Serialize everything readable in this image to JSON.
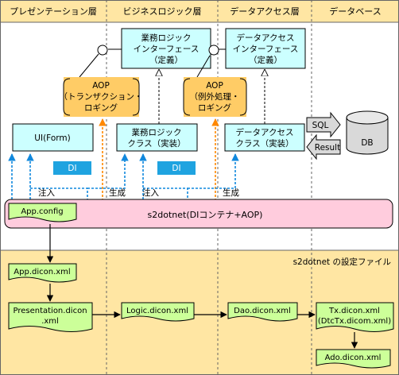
{
  "layers": {
    "presentation": "プレゼンテーション層",
    "business": "ビジネスロジック層",
    "data_access": "データアクセス層",
    "database": "データベース"
  },
  "interfaces": {
    "business": [
      "業務ロジック",
      "インターフェース",
      "（定義）"
    ],
    "data_access": [
      "データアクセス",
      "インターフェース",
      "（定義）"
    ]
  },
  "aop": {
    "presentation": [
      "AOP",
      "（トランザクション・",
      "ロギング"
    ],
    "data": [
      "AOP",
      "（例外処理・",
      "ロギング"
    ]
  },
  "classes": {
    "ui": "UI(Form)",
    "business": [
      "業務ロジック",
      "クラス（実装）"
    ],
    "data_access": [
      "データアクセス",
      "クラス（実装）"
    ]
  },
  "di_label": "DI",
  "sql_label": "SQL",
  "result_label": "Result",
  "db_label": "DB",
  "inject_label": "注入",
  "generate_label": "生成",
  "container": {
    "config": "App.config",
    "name": "s2dotnet(DIコンテナ+AOP)"
  },
  "settings_title": "s2dotnet の設定ファイル",
  "config_files": {
    "app": "App.dicon.xml",
    "presentation": [
      "Presentation.dicon",
      ".xml"
    ],
    "logic": "Logic.dicon.xml",
    "dao": "Dao.dicon.xml",
    "tx": [
      "Tx.dicon.xml",
      "(DtcTx.dicom.xml)"
    ],
    "ado": "Ado.dicon.xml"
  },
  "colors": {
    "interface_fill": "#ccffff",
    "aop_fill": "#ffcc66",
    "di_fill": "#1fa3e0",
    "container_fill": "#ffccdd",
    "config_fill": "#ccff99",
    "settings_fill": "#ffe6a3",
    "arrow_orange": "#ff8800",
    "arrow_blue": "#1188dd"
  }
}
